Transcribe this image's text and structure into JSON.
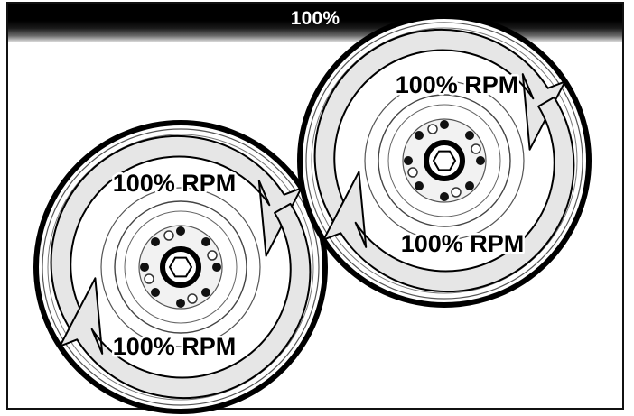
{
  "header": {
    "title": "100%"
  },
  "wheels": [
    {
      "id": "left",
      "labels": [
        "100% RPM",
        "100% RPM"
      ]
    },
    {
      "id": "right",
      "labels": [
        "100% RPM",
        "100% RPM"
      ]
    }
  ],
  "colors": {
    "tire": "#000000",
    "arrow_fill": "#e6e6e6",
    "header_bg": "#000000"
  }
}
